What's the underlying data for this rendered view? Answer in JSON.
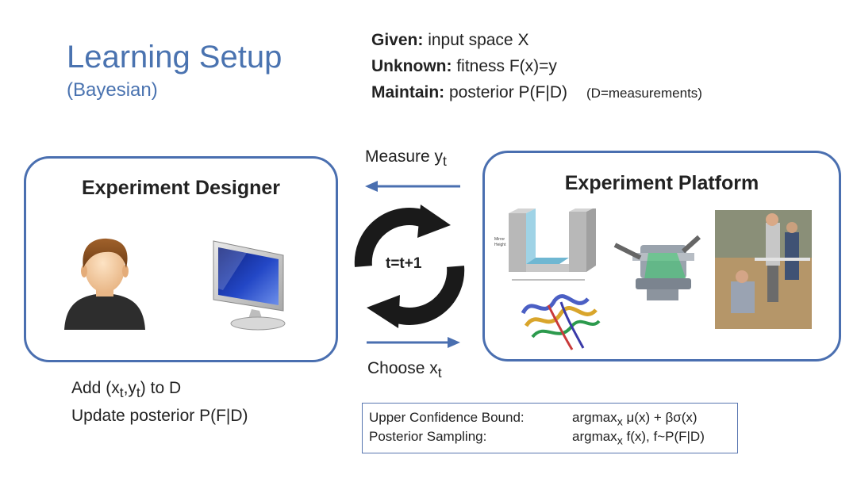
{
  "title": "Learning Setup",
  "subtitle": "(Bayesian)",
  "given": {
    "given_label": "Given:",
    "given_text": " input space X",
    "unknown_label": "Unknown:",
    "unknown_text": " fitness F(x)=y",
    "maintain_label": "Maintain:",
    "maintain_text": " posterior P(F|D)",
    "maintain_note": "(D=measurements)"
  },
  "designer": {
    "title": "Experiment Designer"
  },
  "platform": {
    "title": "Experiment Platform"
  },
  "arrows": {
    "measure_label": "Measure y",
    "measure_sub": "t",
    "choose_label": "Choose x",
    "choose_sub": "t",
    "cycle_label": "t=t+1"
  },
  "update": {
    "line1_a": "Add (x",
    "line1_sub1": "t",
    "line1_b": ",y",
    "line1_sub2": "t",
    "line1_c": ") to D",
    "line2": "Update posterior P(F|D)"
  },
  "formulas": {
    "ucb_label": "Upper Confidence Bound:",
    "ucb_a": "argmax",
    "ucb_sub": "x",
    "ucb_b": " μ(x) + βσ(x)",
    "ps_label": "Posterior Sampling:",
    "ps_a": "argmax",
    "ps_sub": "x",
    "ps_b": " f(x),   f~P(F|D)"
  },
  "colors": {
    "accent": "#4a73b0",
    "box_border": "#4a6fb0",
    "cycle": "#1a1a1a"
  }
}
